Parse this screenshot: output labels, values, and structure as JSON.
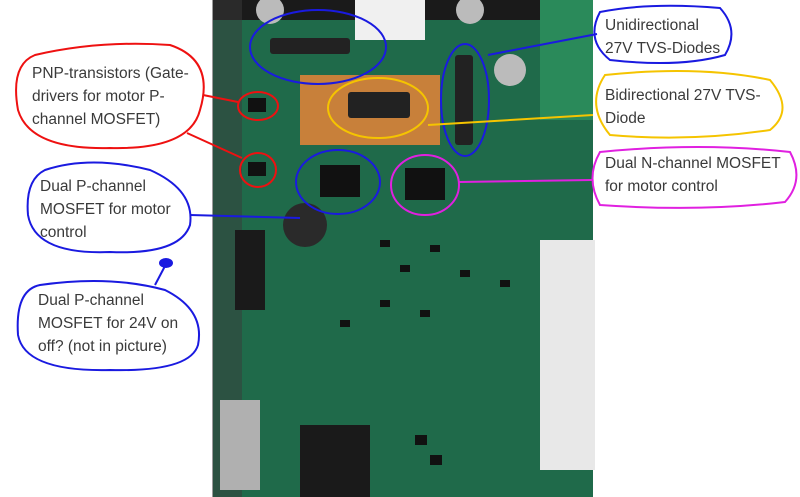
{
  "annotations": {
    "pnp": {
      "lines": [
        "PNP-transistors (Gate-",
        "drivers for motor P-",
        "channel MOSFET)"
      ],
      "color": "#ee1111"
    },
    "dual_p_motor": {
      "lines": [
        "Dual P-channel",
        "MOSFET for motor",
        "control"
      ],
      "color": "#1a1ae0"
    },
    "dual_p_24v": {
      "lines": [
        "Dual P-channel",
        "MOSFET for 24V on",
        "off? (not in picture)"
      ],
      "color": "#1a1ae0"
    },
    "uni_tvs": {
      "lines": [
        "Unidirectional",
        "27V TVS-Diodes"
      ],
      "color": "#1a1ae0"
    },
    "bi_tvs": {
      "lines": [
        "Bidirectional 27V TVS-",
        "Diode"
      ],
      "color": "#f5c400"
    },
    "dual_n": {
      "lines": [
        "Dual N-channel MOSFET",
        "for motor control"
      ],
      "color": "#e020e0"
    }
  }
}
